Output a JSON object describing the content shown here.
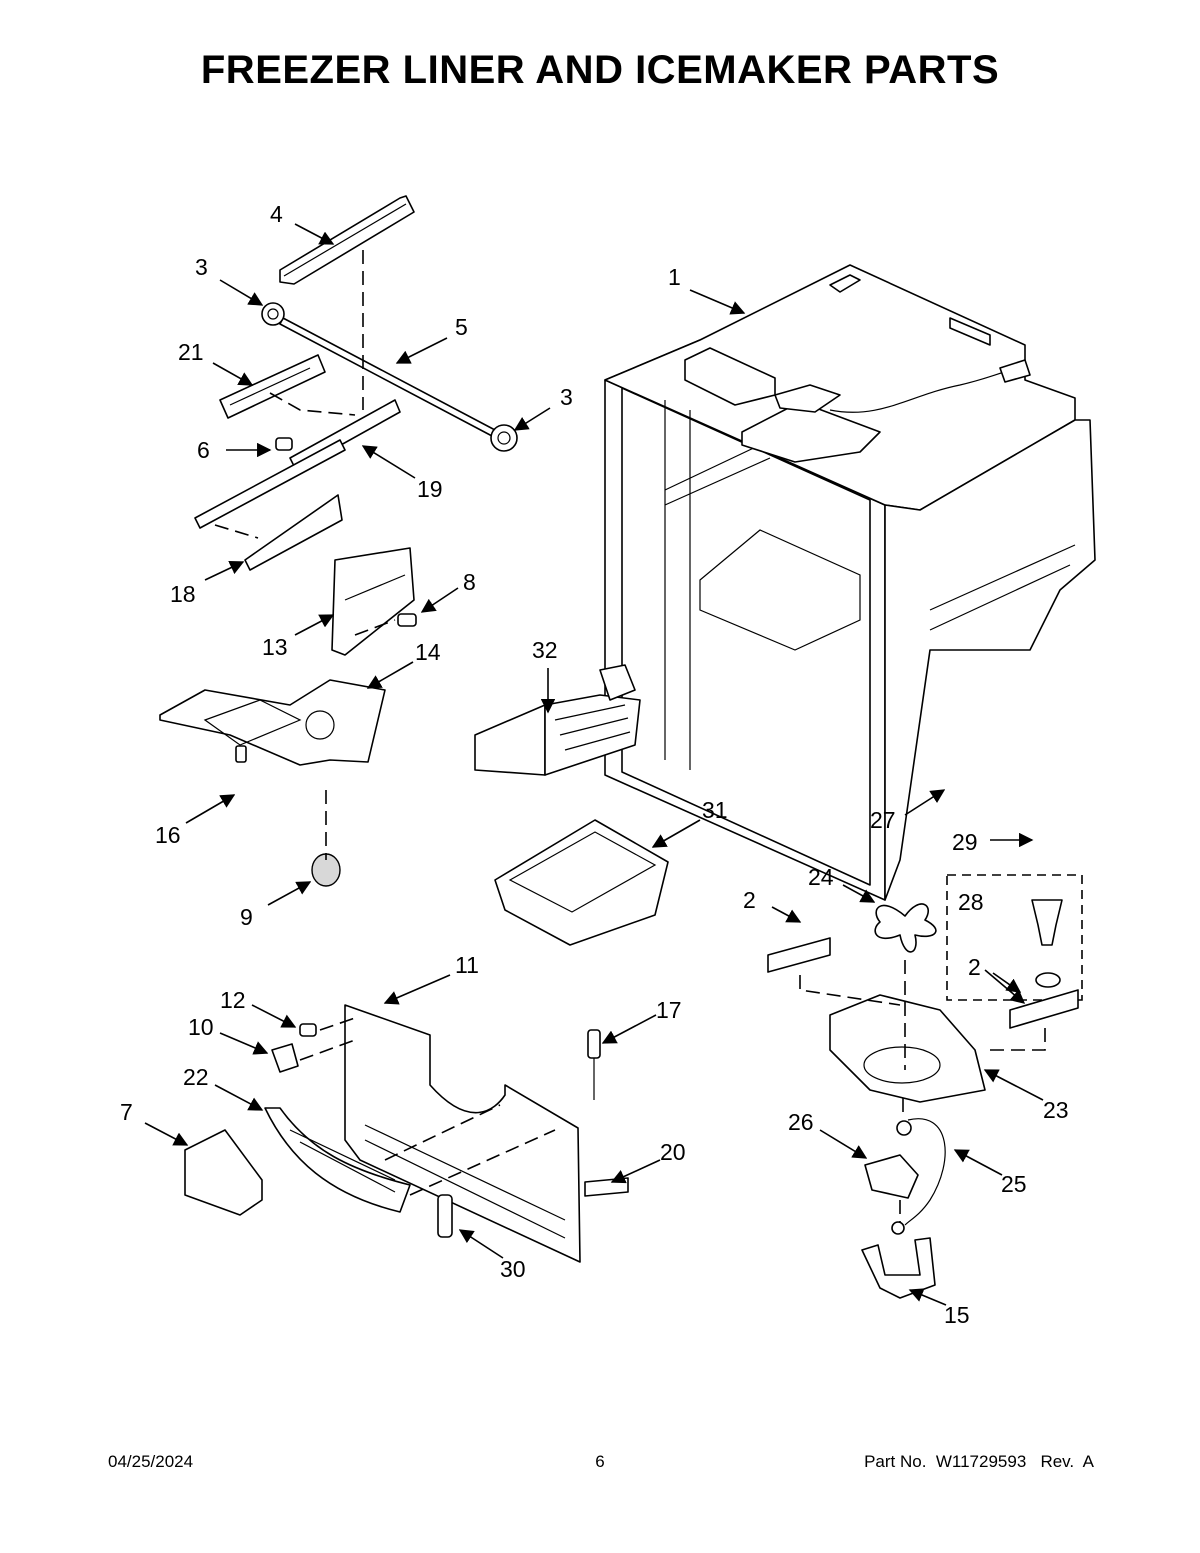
{
  "title": "FREEZER LINER AND ICEMAKER PARTS",
  "footer": {
    "date": "04/25/2024",
    "page": "6",
    "part_number": "Part No.  W11729593   Rev.  A"
  },
  "callouts": {
    "c1": "1",
    "c2a": "2",
    "c2b": "2",
    "c3a": "3",
    "c3b": "3",
    "c4": "4",
    "c5": "5",
    "c6": "6",
    "c7": "7",
    "c8": "8",
    "c9": "9",
    "c10": "10",
    "c11": "11",
    "c12": "12",
    "c13": "13",
    "c14": "14",
    "c15": "15",
    "c16": "16",
    "c17": "17",
    "c18": "18",
    "c19": "19",
    "c20": "20",
    "c21": "21",
    "c22": "22",
    "c23": "23",
    "c24": "24",
    "c25": "25",
    "c26": "26",
    "c27": "27",
    "c28": "28",
    "c29": "29",
    "c30": "30",
    "c31": "31",
    "c32": "32"
  }
}
